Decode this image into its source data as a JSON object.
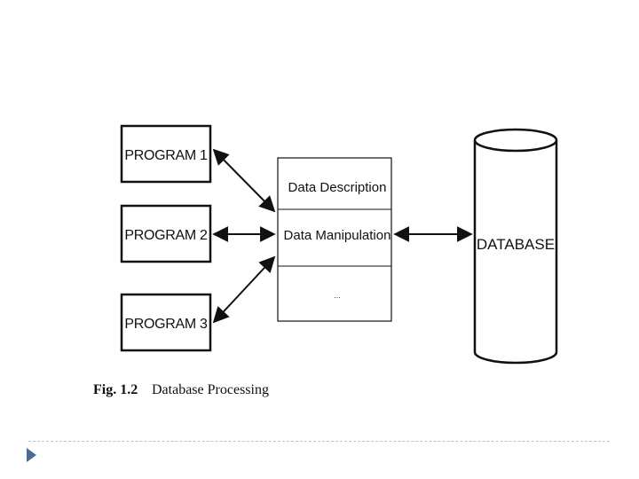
{
  "programs": [
    {
      "label": "PROGRAM 1"
    },
    {
      "label": "PROGRAM 2"
    },
    {
      "label": "PROGRAM 3"
    }
  ],
  "dbms": {
    "rows": [
      "Data Description",
      "Data Manipulation",
      "..."
    ]
  },
  "database": {
    "label": "DATABASE"
  },
  "caption": {
    "number": "Fig. 1.2",
    "title": "Database Processing"
  },
  "icons": {
    "slide_bullet": "triangle-right-icon"
  },
  "colors": {
    "line": "#111111",
    "bullet": "#4a6a90",
    "rule": "#b7c3d3"
  }
}
